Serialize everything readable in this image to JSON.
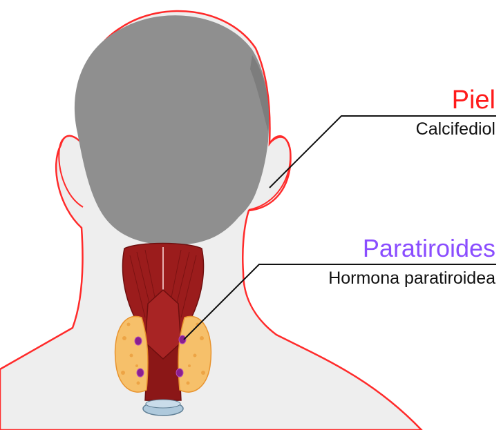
{
  "labels": {
    "skin": {
      "title": "Piel",
      "subtitle": "Calcifediol",
      "color": "#ff1a1a"
    },
    "parathyroid": {
      "title": "Paratiroides",
      "subtitle": "Hormona paratiroidea",
      "color": "#8a4dff"
    }
  },
  "colors": {
    "skin_fill": "#eeeeee",
    "skin_outline": "#ff2a2a",
    "hair": "#8f8f8f",
    "muscle": "#9b1c1c",
    "muscle_dark": "#6e0f0f",
    "gland": "#f6c06a",
    "gland_spot": "#e8932e",
    "parathyroid_dot": "#8a1f8f",
    "leader_line": "#111111",
    "trachea_ring": "#aec9dc"
  }
}
